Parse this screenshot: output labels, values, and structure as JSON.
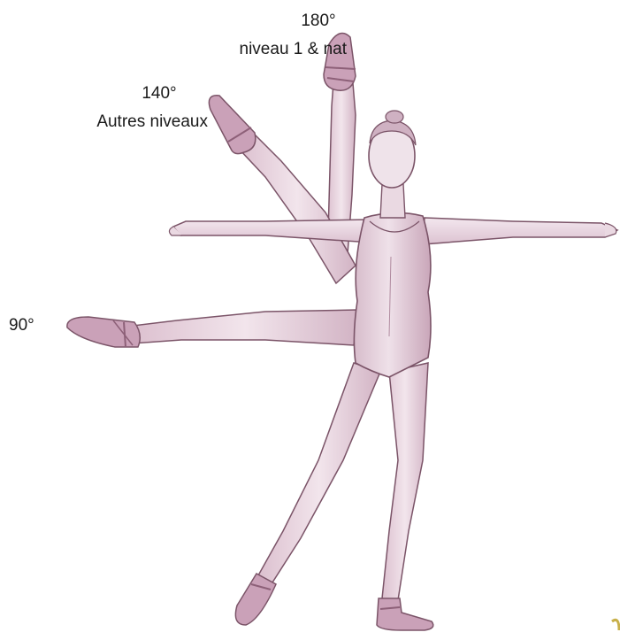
{
  "labels": {
    "high": {
      "angle": "180°",
      "level": "niveau 1 & nat"
    },
    "mid": {
      "angle": "140°",
      "level": "Autres niveaux"
    },
    "low": {
      "angle": "90°"
    }
  },
  "colors": {
    "skin": "#ead9e2",
    "skin_shadow": "#c9a8ba",
    "outline": "#7b5468",
    "leotard": "#e6d2de",
    "leotard_shadow": "#c19db1",
    "shoe": "#caa1b8",
    "shoe_dark": "#8d6078",
    "text": "#1a1a1a"
  }
}
